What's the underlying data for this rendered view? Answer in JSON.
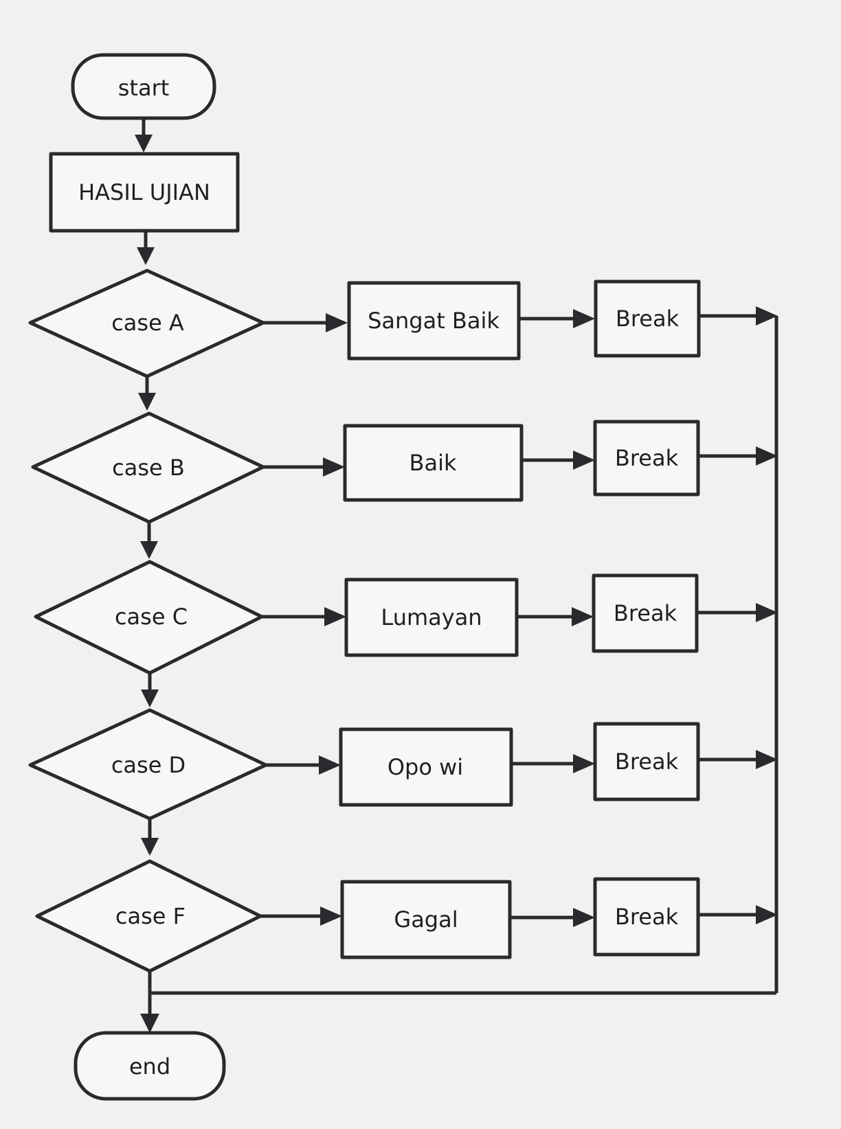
{
  "diagram": {
    "start_label": "start",
    "input_label": "HASIL UJIAN",
    "end_label": "end",
    "cases": [
      {
        "condition": "case A",
        "result": "Sangat Baik",
        "action": "Break"
      },
      {
        "condition": "case B",
        "result": "Baik",
        "action": "Break"
      },
      {
        "condition": "case C",
        "result": "Lumayan",
        "action": "Break"
      },
      {
        "condition": "case D",
        "result": "Opo wi",
        "action": "Break"
      },
      {
        "condition": "case F",
        "result": "Gagal",
        "action": "Break"
      }
    ]
  },
  "colors": {
    "background": "#f1f1ef",
    "line": "#2a2a2e",
    "text": "#1f1f24"
  }
}
